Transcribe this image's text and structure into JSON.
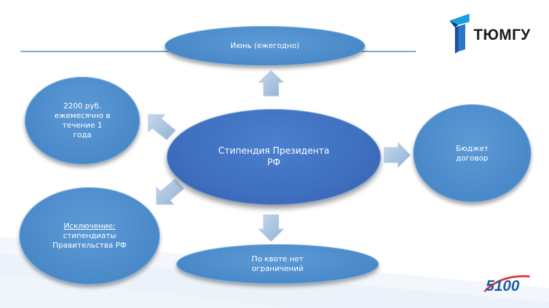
{
  "logo": {
    "brand": "ТЮМГУ",
    "badge": "5100"
  },
  "diagram": {
    "center": "Стипендия Президента\nРФ",
    "top": "Июнь (ежегодно)",
    "left_top": "2200 руб.\nежемесячно  в\nтечение      1\nгода",
    "right": "Бюджет\nдоговор",
    "left_bottom_title": "Исключение:",
    "left_bottom_rest": "стипендиаты\nПравительства РФ",
    "bottom": "По квоте                           нет\nограничений"
  },
  "colors": {
    "node": "#4a89c8",
    "center": "#3f6fbf",
    "arrow": "#a7c1dd",
    "line": "#2e6db4",
    "logo_blue": "#1aa0e0"
  }
}
